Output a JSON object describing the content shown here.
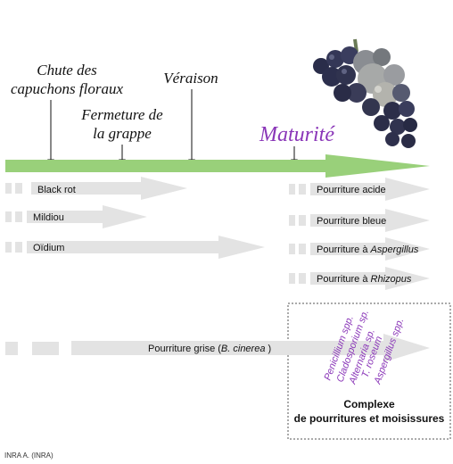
{
  "stages": {
    "chute_line1": "Chute des",
    "chute_line2": "capuchons floraux",
    "fermeture_line1": "Fermeture de",
    "fermeture_line2": "la grappe",
    "veraison": "Véraison",
    "maturite": "Maturité"
  },
  "diseases": {
    "black_rot": "Black rot",
    "mildiou": "Mildiou",
    "oidium": "Oïdium",
    "pourriture_acide": "Pourriture acide",
    "pourriture_bleue": "Pourriture bleue",
    "aspergillus_prefix": "Pourriture à ",
    "aspergillus_name": "Aspergillus",
    "rhizopus_prefix": "Pourriture à ",
    "rhizopus_name": "Rhizopus",
    "grise_prefix": "Pourriture grise (",
    "grise_name": "B. cinerea",
    "grise_suffix": " )"
  },
  "complex": {
    "species": [
      "Penicillium spp.",
      "Cladosporium sp.",
      "Alternaria sp.",
      "T. roseum",
      "Aspergillus spp."
    ],
    "title_line1": "Complexe",
    "title_line2": "de pourritures et moisissures"
  },
  "credit": "INRA A. (INRA)",
  "colors": {
    "timeline": "#99d07a",
    "bar": "#e3e3e3",
    "purple": "#8a36b8",
    "text": "#111111"
  }
}
